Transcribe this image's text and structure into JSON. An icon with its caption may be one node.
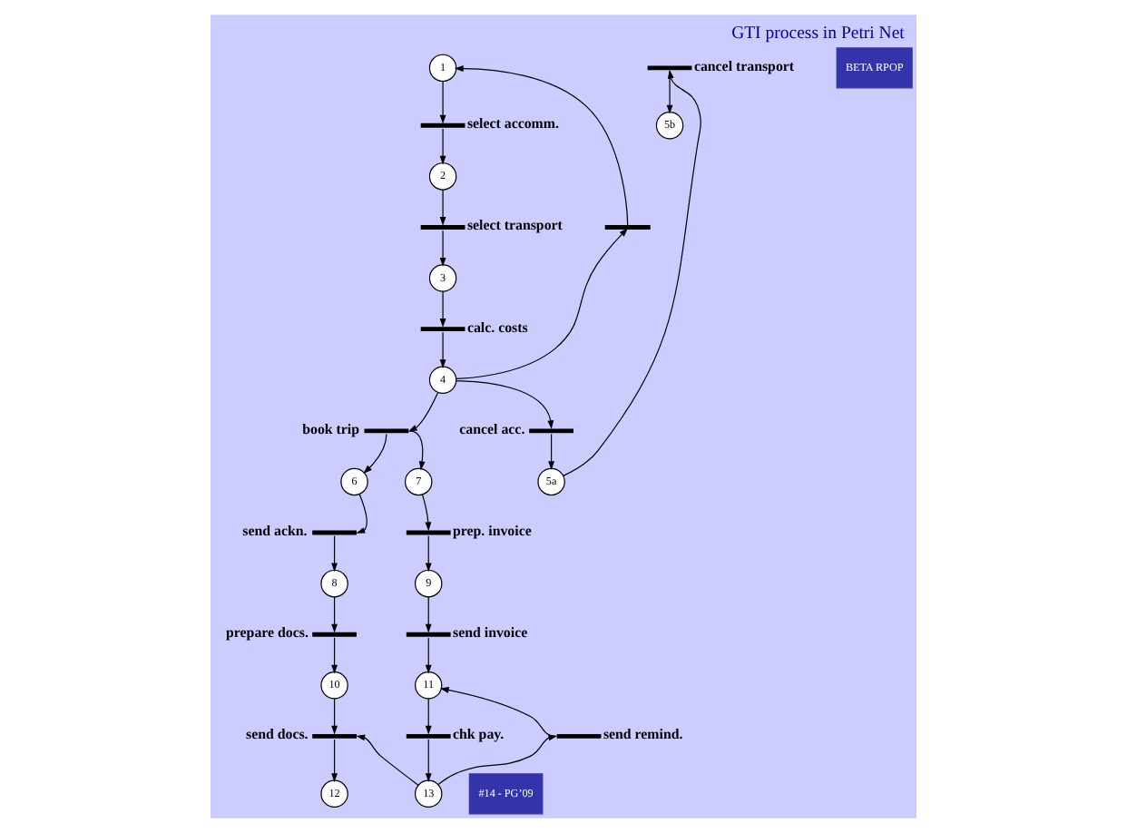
{
  "diagram": {
    "title": "GTI process in Petri Net",
    "nodes": [
      {
        "text": [
          "1"
        ]
      },
      {
        "text": [],
        "shape": "bar",
        "beside": [
          "select accomm."
        ]
      },
      {
        "text": [
          "2"
        ]
      },
      {
        "text": [],
        "shape": "bar"
      },
      {
        "text": [],
        "shape": "bar",
        "beside": [
          "select transport"
        ]
      },
      {
        "text": [
          "3"
        ]
      },
      {
        "text": [],
        "shape": "bar",
        "beside": [
          "calc. costs"
        ]
      },
      {
        "text": [
          "4"
        ]
      },
      {
        "text": [],
        "shape": "bar",
        "beside": [
          "book trip"
        ]
      },
      {
        "text": [],
        "shape": "bar",
        "beside": [
          "cancel acc."
        ]
      },
      {
        "text": [],
        "shape": "bar",
        "beside": [
          "cancel transport"
        ]
      },
      {
        "text": [
          "5a"
        ]
      },
      {
        "text": [
          "5b"
        ]
      },
      {
        "text": [
          "6"
        ]
      },
      {
        "text": [
          "7"
        ]
      },
      {
        "text": [],
        "shape": "bar",
        "beside": [
          "send ackn."
        ]
      },
      {
        "text": [],
        "shape": "bar",
        "beside": [
          "prep. invoice"
        ]
      },
      {
        "text": [
          "8"
        ]
      },
      {
        "text": [
          "9"
        ]
      },
      {
        "text": [],
        "shape": "bar",
        "beside": [
          "prepare docs."
        ]
      },
      {
        "text": [],
        "shape": "bar",
        "beside": [
          "send invoice"
        ]
      },
      {
        "text": [
          "10"
        ]
      },
      {
        "text": [
          "11"
        ]
      },
      {
        "text": [],
        "shape": "bar",
        "beside": [
          "send docs."
        ]
      },
      {
        "text": [],
        "shape": "bar",
        "beside": [
          "chk pay."
        ]
      },
      {
        "text": [],
        "shape": "bar",
        "beside": [
          "send remind."
        ]
      },
      {
        "text": [
          "12"
        ]
      },
      {
        "text": [
          "13"
        ]
      }
    ],
    "edges": [
      {
        "from": 0,
        "to": 1,
        "arrow": "to"
      },
      {
        "from": 1,
        "to": 2,
        "arrow": "to"
      },
      {
        "from": 2,
        "to": 4,
        "arrow": "to"
      },
      {
        "from": 4,
        "to": 5,
        "arrow": "to"
      },
      {
        "from": 5,
        "to": 6,
        "arrow": "to"
      },
      {
        "from": 6,
        "to": 7,
        "arrow": "to"
      },
      {
        "from": 7,
        "to": 3,
        "arrow": "to"
      },
      {
        "from": 3,
        "to": 0,
        "arrow": "to"
      },
      {
        "from": 7,
        "to": 8,
        "arrow": "to"
      },
      {
        "from": 8,
        "to": 13,
        "arrow": "to"
      },
      {
        "from": 8,
        "to": 14,
        "arrow": "to"
      },
      {
        "from": 7,
        "to": 9,
        "arrow": "to"
      },
      {
        "from": 9,
        "to": 11,
        "arrow": "to"
      },
      {
        "from": 11,
        "to": 10,
        "arrow": "to"
      },
      {
        "from": 10,
        "to": 12,
        "arrow": "to"
      },
      {
        "from": 13,
        "to": 15,
        "arrow": "to"
      },
      {
        "from": 15,
        "to": 17,
        "arrow": "to"
      },
      {
        "from": 14,
        "to": 16,
        "arrow": "to"
      },
      {
        "from": 16,
        "to": 18,
        "arrow": "to"
      },
      {
        "from": 17,
        "to": 19,
        "arrow": "to"
      },
      {
        "from": 19,
        "to": 21,
        "arrow": "to"
      },
      {
        "from": 18,
        "to": 20,
        "arrow": "to"
      },
      {
        "from": 20,
        "to": 22,
        "arrow": "to"
      },
      {
        "from": 21,
        "to": 23,
        "arrow": "to"
      },
      {
        "from": 27,
        "to": 23,
        "arrow": "to"
      },
      {
        "from": 23,
        "to": 26,
        "arrow": "to"
      },
      {
        "from": 22,
        "to": 24,
        "arrow": "to"
      },
      {
        "from": 24,
        "to": 27,
        "arrow": "to"
      },
      {
        "from": 27,
        "to": 25,
        "arrow": "to"
      },
      {
        "from": 25,
        "to": 22,
        "arrow": "to"
      }
    ],
    "labels": [
      "BETA RPOP",
      "#14 - PG’09"
    ]
  }
}
